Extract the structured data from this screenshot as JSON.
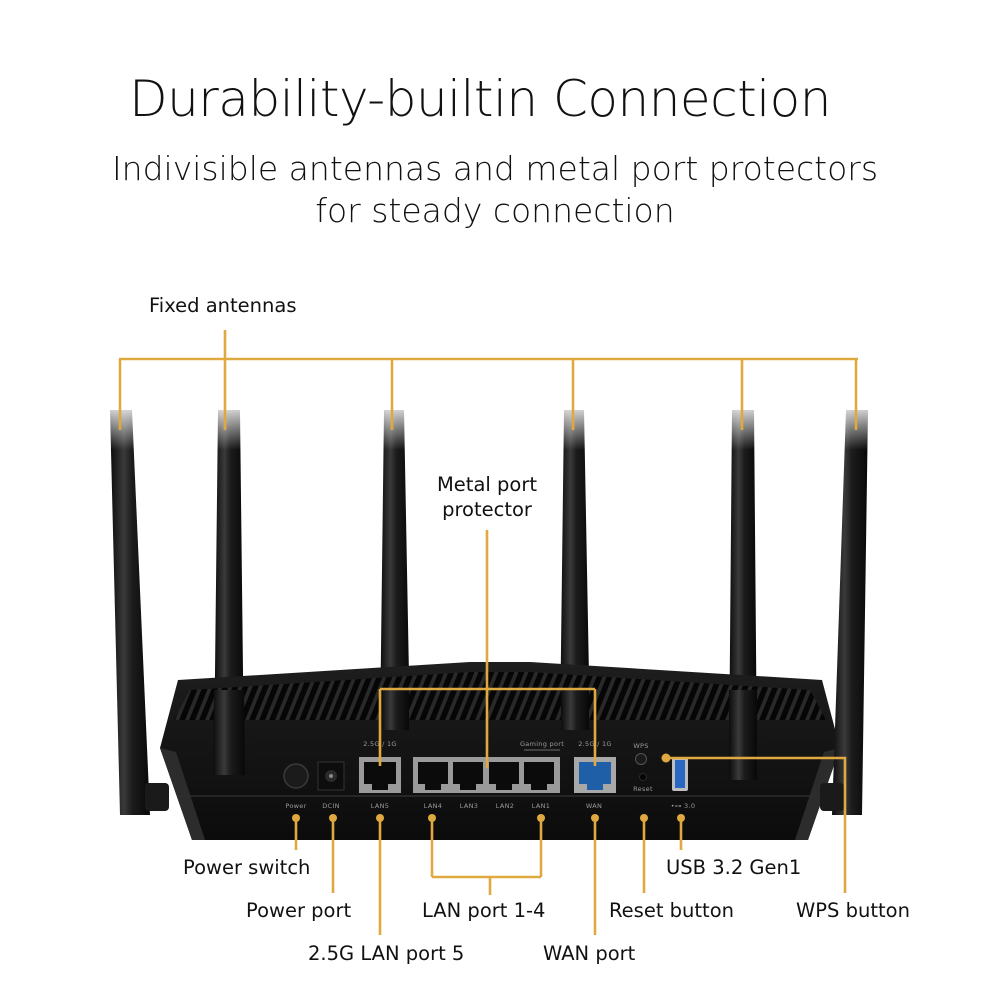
{
  "header": {
    "title": "Durability-builtin Connection",
    "subtitle_line1": "Indivisible antennas and metal port protectors",
    "subtitle_line2": "for steady connection"
  },
  "accent_color": "#E0A940",
  "callouts": {
    "fixed_antennas": "Fixed antennas",
    "metal_port_protector_line1": "Metal port",
    "metal_port_protector_line2": "protector",
    "power_switch": "Power switch",
    "power_port": "Power port",
    "lan5": "2.5G LAN port 5",
    "lan1_4": "LAN port 1-4",
    "wan": "WAN port",
    "reset": "Reset button",
    "usb": "USB 3.2 Gen1",
    "wps": "WPS button"
  },
  "silkscreen": {
    "power": "Power",
    "dcin": "DCIN",
    "lan5": "LAN5",
    "lan4": "LAN4",
    "lan3": "LAN3",
    "lan2": "LAN2",
    "lan1": "LAN1",
    "wan": "WAN",
    "usb": "•⊶ 3.0",
    "speed_lan5": "2.5G / 1G",
    "speed_wan": "2.5G / 1G",
    "gaming_port": "Gaming port",
    "wps": "WPS",
    "reset": "Reset"
  }
}
